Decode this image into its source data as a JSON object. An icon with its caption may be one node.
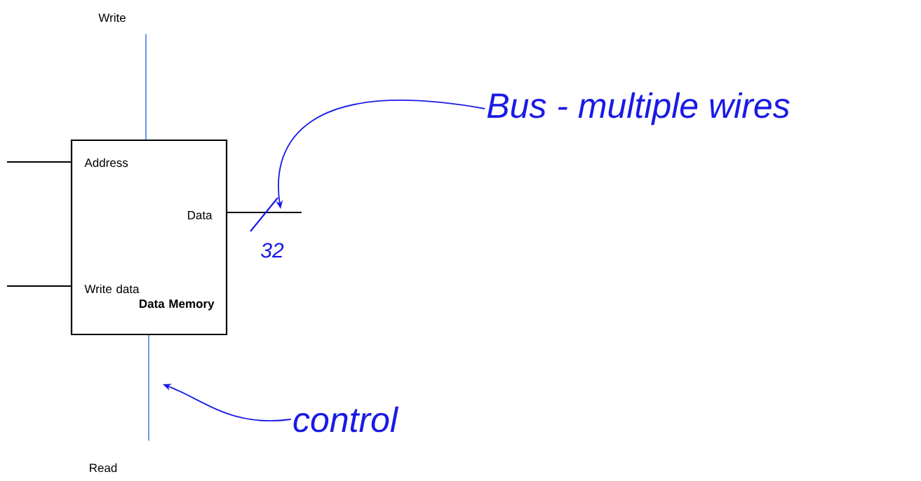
{
  "diagram": {
    "nodes": [
      {
        "text": [
          "Address",
          "Data",
          "Write data",
          "Data Memory"
        ]
      },
      {
        "text": [
          "Write"
        ]
      },
      {
        "text": [
          "Read"
        ]
      },
      {
        "text": [
          "Bus - multiple wires"
        ]
      },
      {
        "text": [
          "control"
        ]
      }
    ],
    "edges": [
      {
        "from": 1,
        "to": 0,
        "arrow": "none",
        "color": "#5b8ee6"
      },
      {
        "from": 0,
        "to": 2,
        "arrow": "none",
        "color": "#5b8ee6"
      },
      {
        "from": null,
        "to": 0,
        "arrow": "none",
        "color": "#000000"
      },
      {
        "from": null,
        "to": 0,
        "arrow": "none",
        "color": "#000000"
      },
      {
        "from": 0,
        "to": null,
        "arrow": "none",
        "color": "#000000"
      },
      {
        "from": 3,
        "to": null,
        "arrow": "to",
        "color": "#1a1ae6"
      },
      {
        "from": 4,
        "to": null,
        "arrow": "to",
        "color": "#1a1ae6"
      }
    ],
    "labels": [
      "32"
    ]
  }
}
